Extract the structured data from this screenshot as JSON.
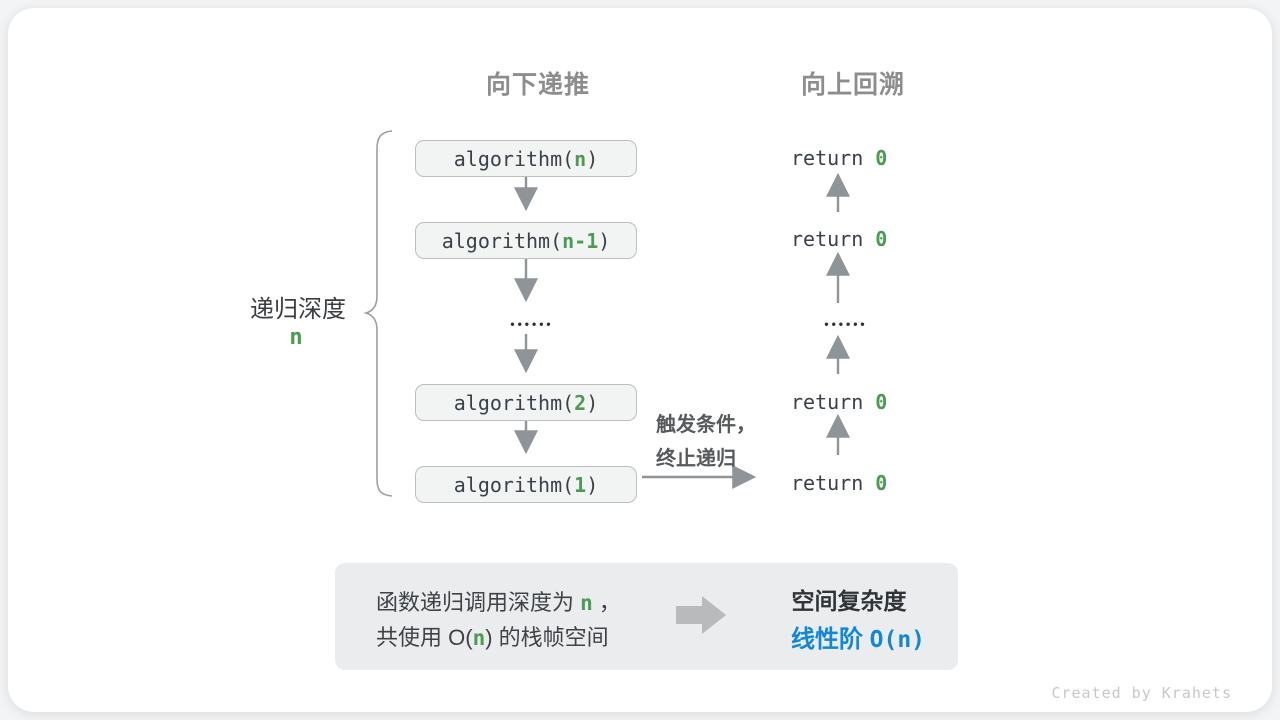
{
  "headers": {
    "down": "向下递推",
    "up": "向上回溯"
  },
  "depth_label": {
    "text": "递归深度",
    "var": "n"
  },
  "call_stack": [
    {
      "prefix": "algorithm(",
      "arg": "n",
      "suffix": ")"
    },
    {
      "prefix": "algorithm(",
      "arg": "n-1",
      "suffix": ")"
    },
    {
      "prefix": "algorithm(",
      "arg": "2",
      "suffix": ")"
    },
    {
      "prefix": "algorithm(",
      "arg": "1",
      "suffix": ")"
    }
  ],
  "ellipsis": "••••••",
  "returns": [
    {
      "prefix": "return ",
      "value": "0"
    },
    {
      "prefix": "return ",
      "value": "0"
    },
    {
      "prefix": "return ",
      "value": "0"
    },
    {
      "prefix": "return ",
      "value": "0"
    }
  ],
  "trigger": {
    "line1": "触发条件，",
    "line2": "终止递归"
  },
  "summary": {
    "line1_prefix": "函数递归调用深度为 ",
    "line1_var": "n",
    "line1_suffix": " ，",
    "line2_prefix": "共使用 O(",
    "line2_var": "n",
    "line2_suffix": ") 的栈帧空间",
    "result_title": "空间复杂度",
    "result_label": "线性阶 ",
    "result_big_o": "O(n)"
  },
  "watermark": "Created by Krahets",
  "colors": {
    "accent_green": "#4c9b52",
    "accent_blue": "#1287d8",
    "arrow_gray": "#8f9498",
    "box_bg": "#f2f3f3",
    "box_border": "#bcbfc0",
    "panel_bg": "#ebeced",
    "header_gray": "#8d8d8d"
  }
}
